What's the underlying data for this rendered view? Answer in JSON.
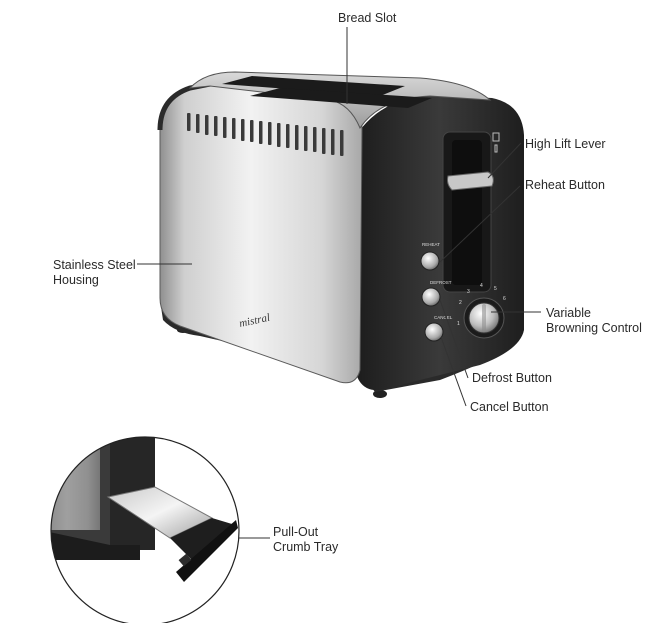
{
  "diagram": {
    "brand_logo_text": "mistral",
    "labels": {
      "bread_slot": "Bread Slot",
      "high_lift_lever": "High Lift Lever",
      "reheat_button": "Reheat Button",
      "stainless_housing_line1": "Stainless Steel",
      "stainless_housing_line2": "Housing",
      "variable_line1": "Variable",
      "variable_line2": "Browning Control",
      "defrost_button": "Defrost Button",
      "cancel_button": "Cancel Button",
      "crumb_tray_line1": "Pull-Out",
      "crumb_tray_line2": "Crumb Tray"
    },
    "button_captions": {
      "reheat": "REHEAT",
      "defrost": "DEFROST",
      "cancel": "CANCEL"
    },
    "dial_numbers": [
      "1",
      "2",
      "3",
      "4",
      "5",
      "6"
    ],
    "colors": {
      "body_black": "#2b2b2b",
      "steel_light": "#e6e6e6",
      "steel_mid": "#b9b9b9",
      "leader": "#333333"
    }
  }
}
